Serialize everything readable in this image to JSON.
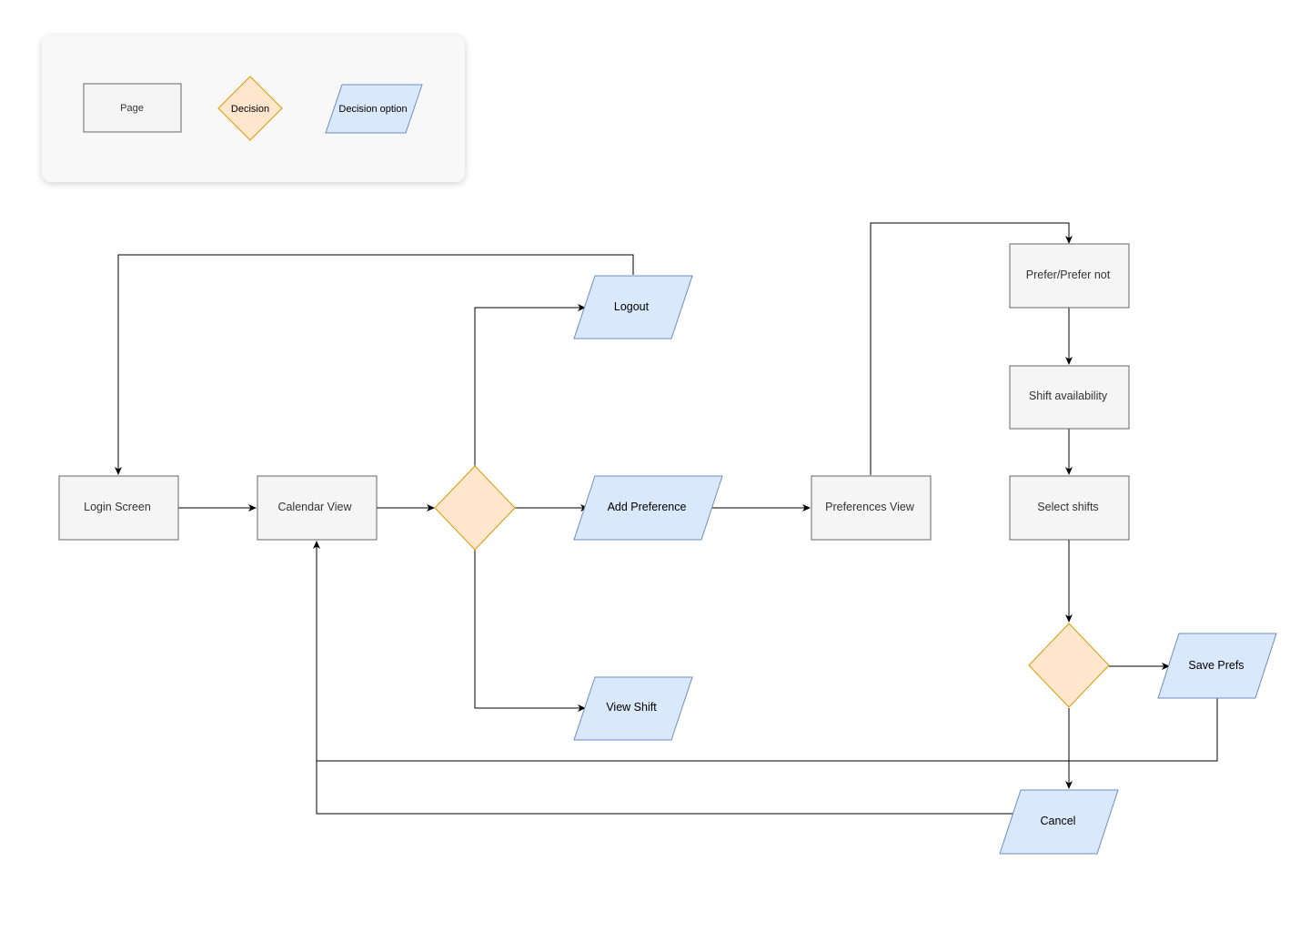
{
  "legend": {
    "items": [
      {
        "label": "Page",
        "shape": "rectangle",
        "fill": "#f5f5f5",
        "stroke": "#666666"
      },
      {
        "label": "Decision",
        "shape": "diamond",
        "fill": "#ffe6cc",
        "stroke": "#d79b00"
      },
      {
        "label": "Decision option",
        "shape": "parallelogram",
        "fill": "#dae8fc",
        "stroke": "#6c8ebf"
      }
    ]
  },
  "nodes": {
    "login": {
      "label": "Login Screen",
      "type": "page"
    },
    "calendar": {
      "label": "Calendar View",
      "type": "page"
    },
    "decision_main": {
      "label": "",
      "type": "decision"
    },
    "logout": {
      "label": "Logout",
      "type": "option"
    },
    "add_pref": {
      "label": "Add Preference",
      "type": "option"
    },
    "view_shift": {
      "label": "View Shift",
      "type": "option"
    },
    "prefs_view": {
      "label": "Preferences View",
      "type": "page"
    },
    "prefer": {
      "label": "Prefer/Prefer not",
      "type": "page"
    },
    "availability": {
      "label": "Shift availability",
      "type": "page"
    },
    "select_shifts": {
      "label": "Select shifts",
      "type": "page"
    },
    "decision_save": {
      "label": "",
      "type": "decision"
    },
    "save_prefs": {
      "label": "Save Prefs",
      "type": "option"
    },
    "cancel": {
      "label": "Cancel",
      "type": "option"
    }
  },
  "edges": [
    {
      "from": "login",
      "to": "calendar"
    },
    {
      "from": "calendar",
      "to": "decision_main"
    },
    {
      "from": "decision_main",
      "to": "logout"
    },
    {
      "from": "decision_main",
      "to": "add_pref"
    },
    {
      "from": "decision_main",
      "to": "view_shift"
    },
    {
      "from": "logout",
      "to": "login"
    },
    {
      "from": "add_pref",
      "to": "prefs_view"
    },
    {
      "from": "prefs_view",
      "to": "prefer"
    },
    {
      "from": "prefer",
      "to": "availability"
    },
    {
      "from": "availability",
      "to": "select_shifts"
    },
    {
      "from": "select_shifts",
      "to": "decision_save"
    },
    {
      "from": "decision_save",
      "to": "save_prefs"
    },
    {
      "from": "decision_save",
      "to": "cancel"
    },
    {
      "from": "save_prefs",
      "to": "calendar"
    },
    {
      "from": "cancel",
      "to": "calendar"
    }
  ],
  "colors": {
    "page_fill": "#f5f5f5",
    "page_stroke": "#666666",
    "decision_fill": "#ffe6cc",
    "decision_stroke": "#d79b00",
    "option_fill": "#dae8fc",
    "option_stroke": "#6c8ebf",
    "edge": "#000000",
    "legend_bg": "#f8f8f8"
  }
}
